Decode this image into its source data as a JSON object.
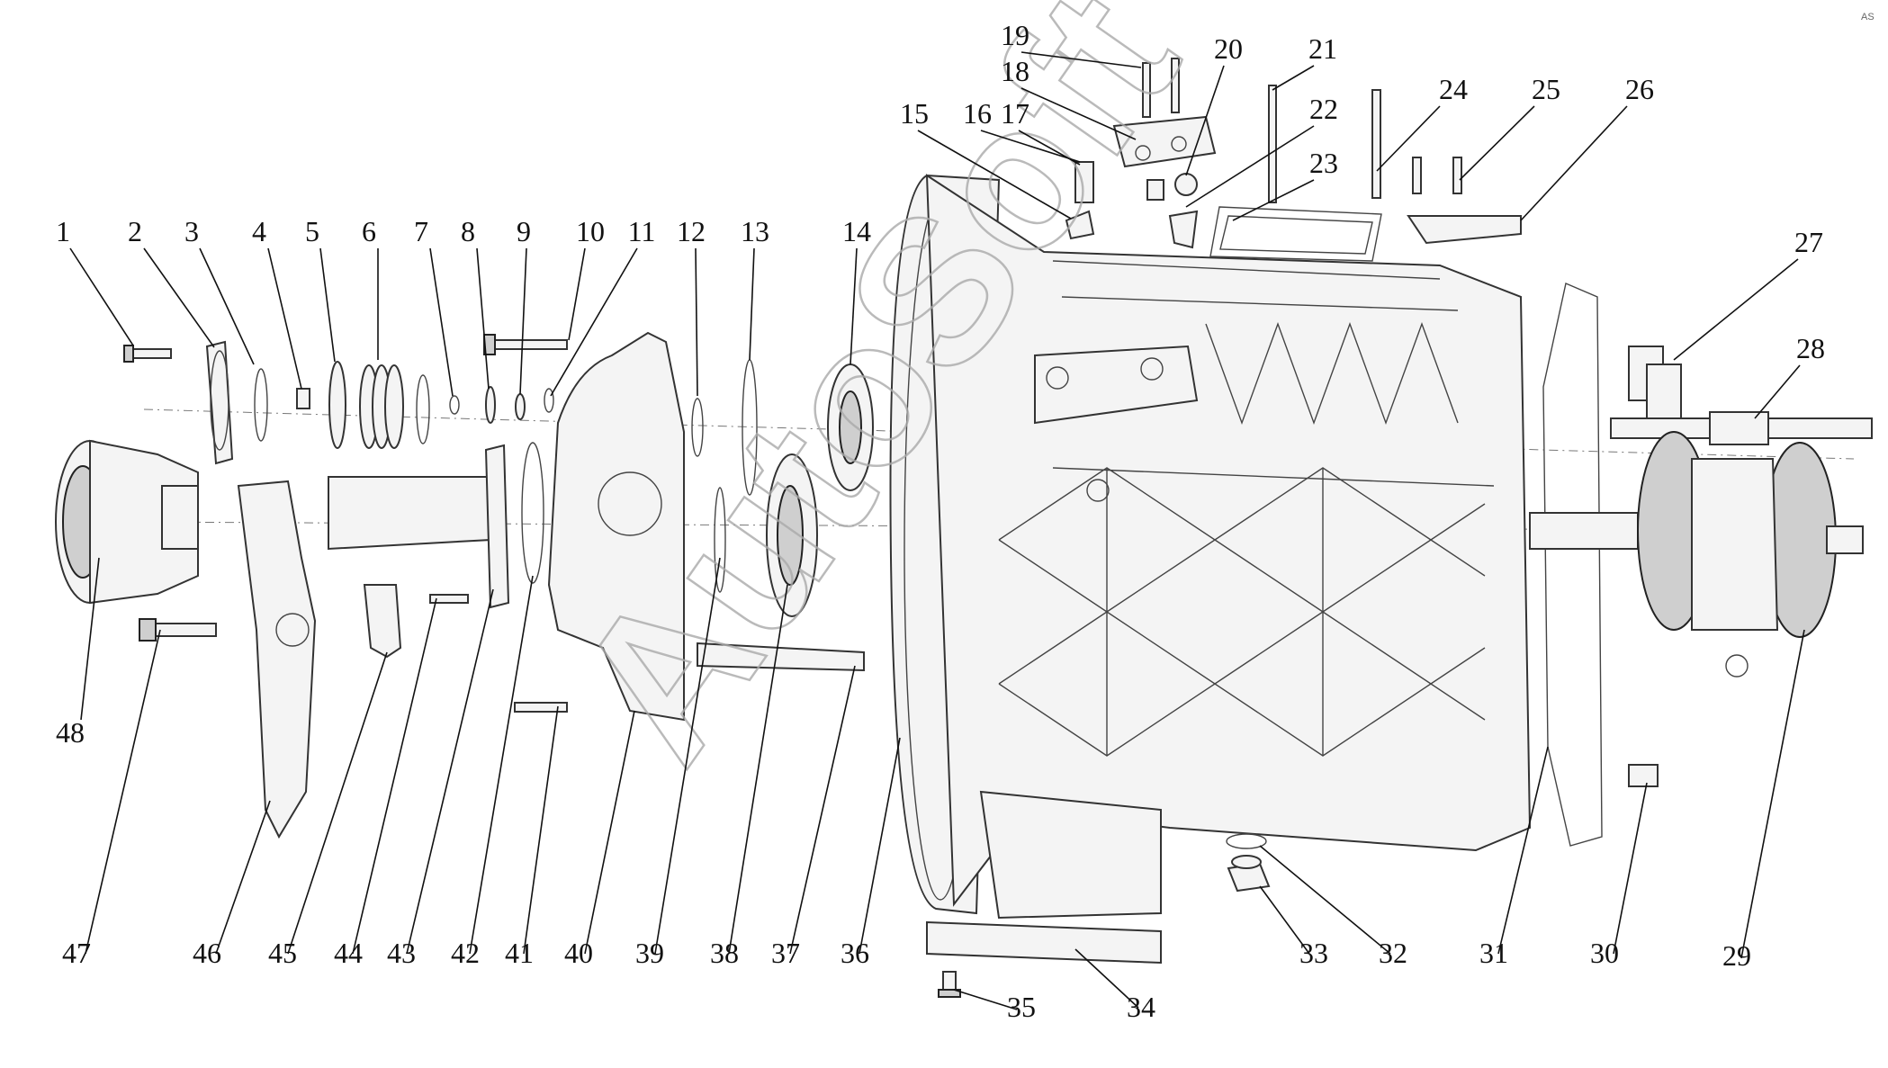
{
  "diagram": {
    "callouts": [
      "1",
      "2",
      "3",
      "4",
      "5",
      "6",
      "7",
      "8",
      "9",
      "10",
      "11",
      "12",
      "13",
      "14",
      "15",
      "16",
      "17",
      "18",
      "19",
      "20",
      "21",
      "22",
      "23",
      "24",
      "25",
      "26",
      "27",
      "28",
      "29",
      "30",
      "31",
      "32",
      "33",
      "34",
      "35",
      "36",
      "37",
      "38",
      "39",
      "40",
      "41",
      "42",
      "43",
      "44",
      "45",
      "46",
      "47",
      "48"
    ]
  },
  "watermark": {
    "text": "AutoSoft"
  },
  "logo": {
    "text": "AS"
  }
}
